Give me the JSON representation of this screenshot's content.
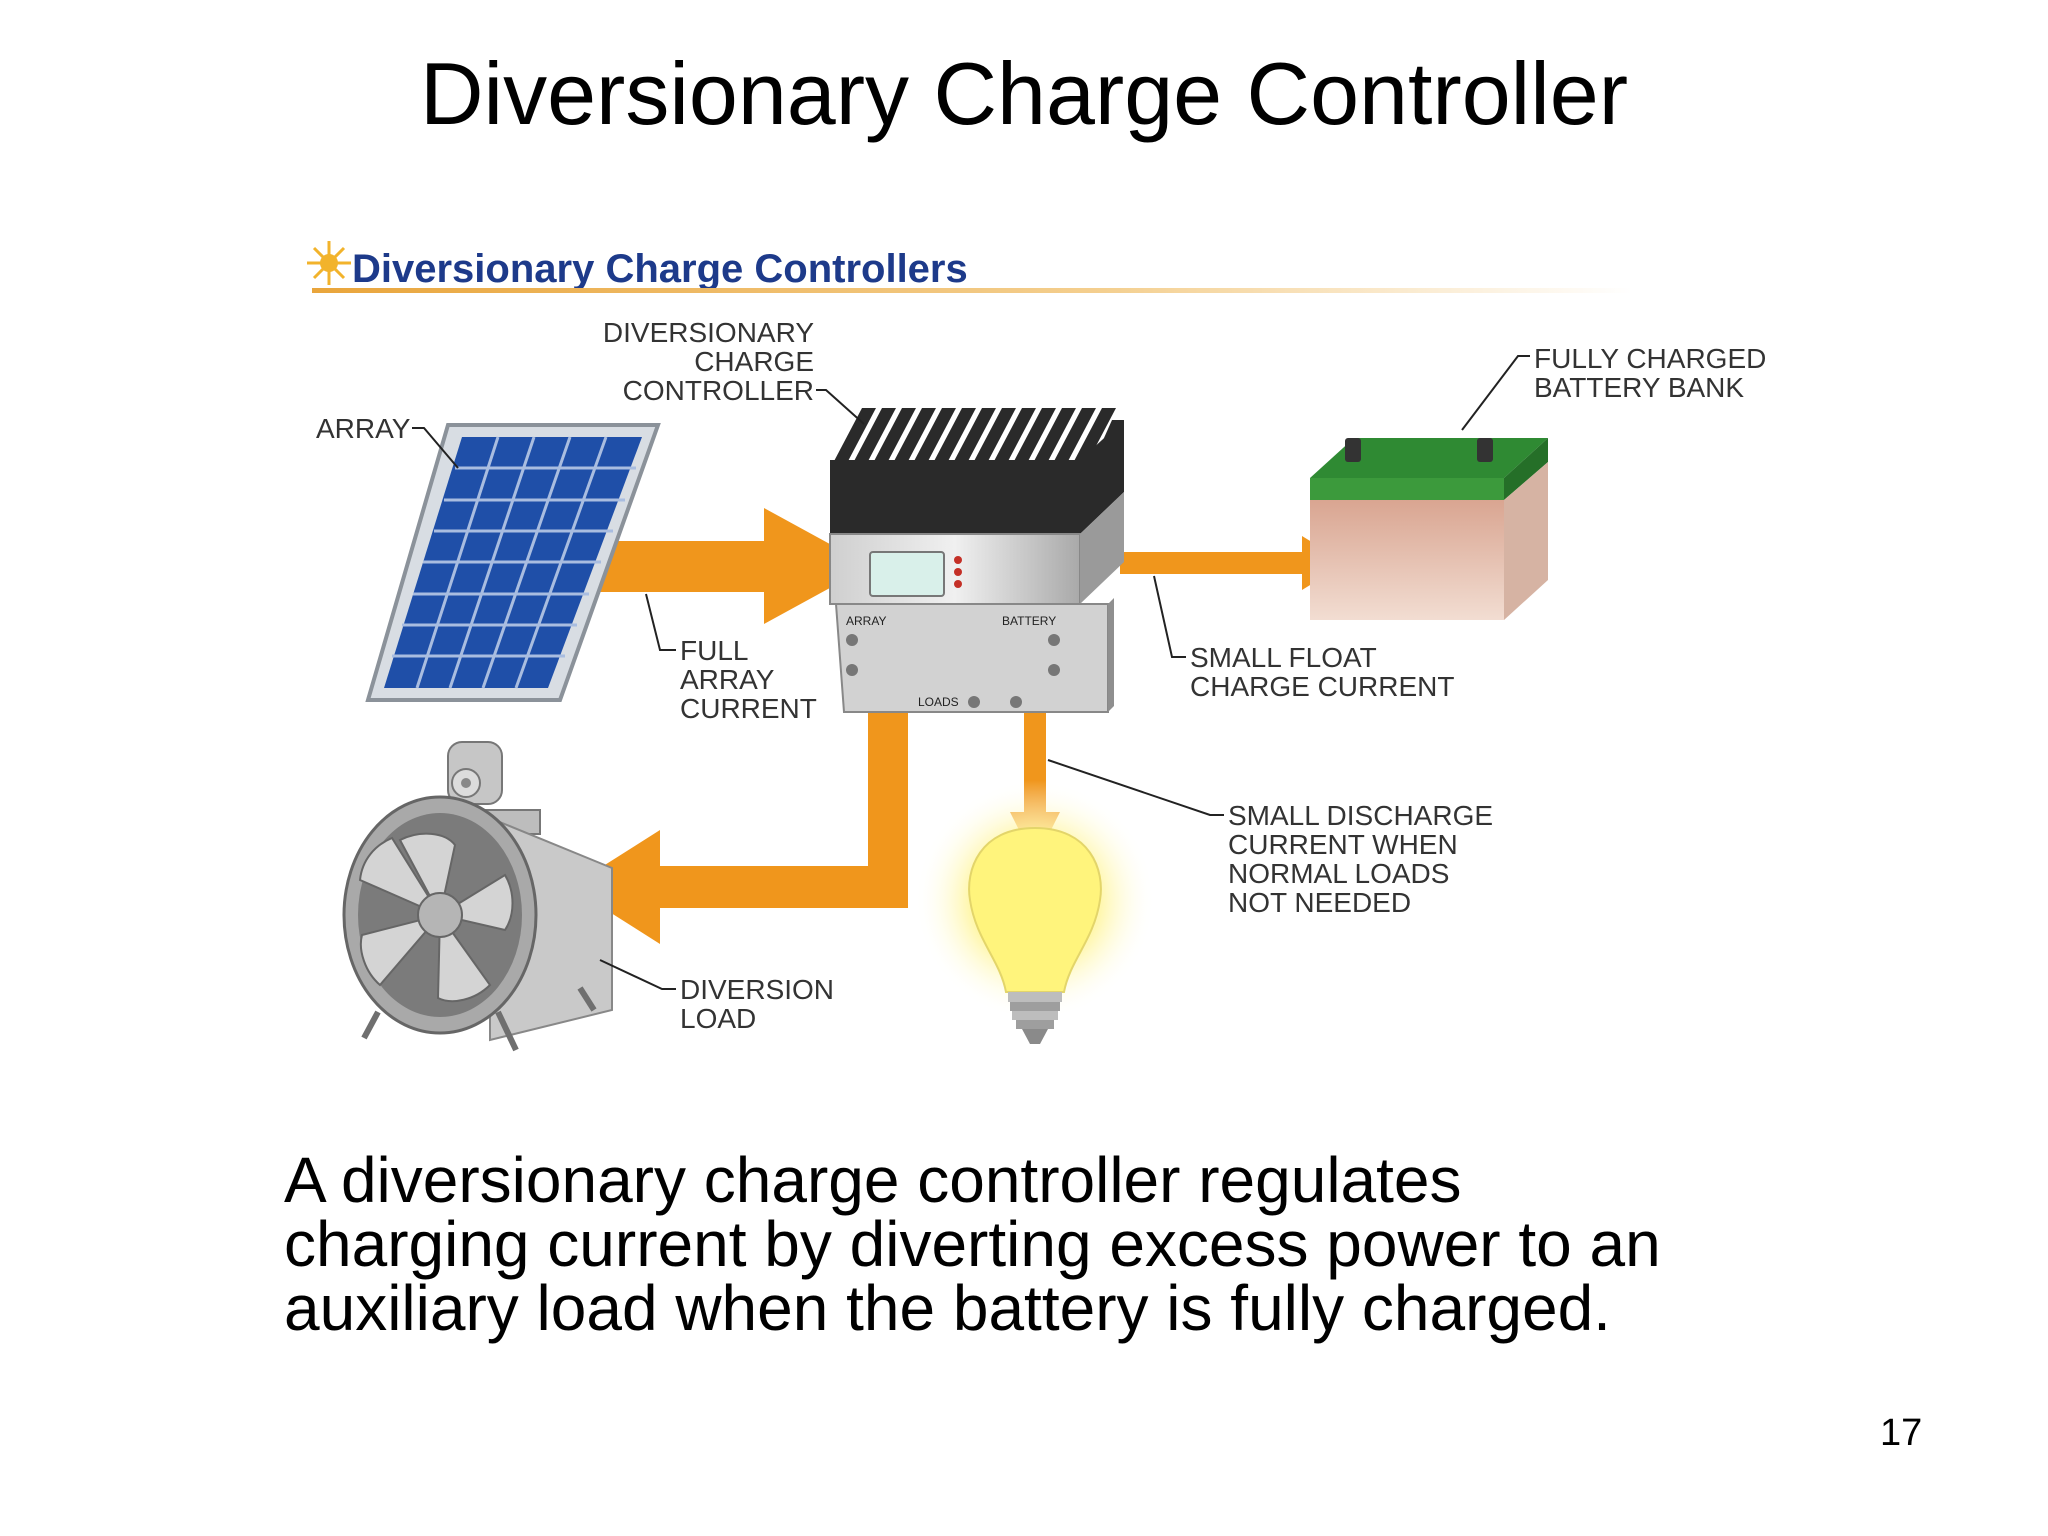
{
  "slide": {
    "title": "Diversionary Charge Controller",
    "body_lines": [
      "A diversionary charge controller regulates",
      "charging current by diverting excess power to an",
      "auxiliary load when the battery is fully charged."
    ],
    "page_number": "17"
  },
  "diagram": {
    "banner": "Diversionary Charge Controllers",
    "labels": {
      "controller": [
        "DIVERSIONARY",
        "CHARGE",
        "CONTROLLER"
      ],
      "array": "ARRAY",
      "battery_bank": [
        "FULLY CHARGED",
        "BATTERY BANK"
      ],
      "full_array_current": [
        "FULL",
        "ARRAY",
        "CURRENT"
      ],
      "float_current": [
        "SMALL FLOAT",
        "CHARGE CURRENT"
      ],
      "discharge_current": [
        "SMALL DISCHARGE",
        "CURRENT WHEN",
        "NORMAL LOADS",
        "NOT NEEDED"
      ],
      "diversion_load": [
        "DIVERSION",
        "LOAD"
      ]
    },
    "controller_panel": {
      "array": "ARRAY",
      "battery": "BATTERY",
      "loads": "LOADS"
    },
    "colors": {
      "arrow": "#f0961c",
      "banner_text": "#1d3a8a",
      "solar_cell": "#1f4fa8",
      "battery_top": "#2f8a33",
      "battery_body": "#e2b9a5",
      "heatsink": "#2a2a2a",
      "bulb_glow": "#fff6a6"
    }
  }
}
